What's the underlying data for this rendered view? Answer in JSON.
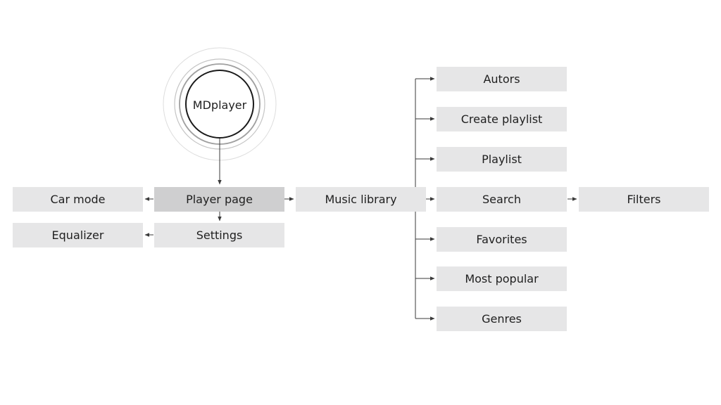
{
  "root": {
    "label": "MDplayer"
  },
  "nodes": {
    "car_mode": "Car mode",
    "equalizer": "Equalizer",
    "player_page": "Player page",
    "settings": "Settings",
    "music_library": "Music library",
    "autors": "Autors",
    "create_playlist": "Create playlist",
    "playlist": "Playlist",
    "search": "Search",
    "filters": "Filters",
    "favorites": "Favorites",
    "most_popular": "Most popular",
    "genres": "Genres"
  },
  "colors": {
    "node_fill": "#e6e6e7",
    "active_node_fill": "#cfcfd0",
    "connector": "#3a3a3a",
    "root_ring": "#1a1a1a",
    "halo_ring": "#bdbdbd"
  }
}
